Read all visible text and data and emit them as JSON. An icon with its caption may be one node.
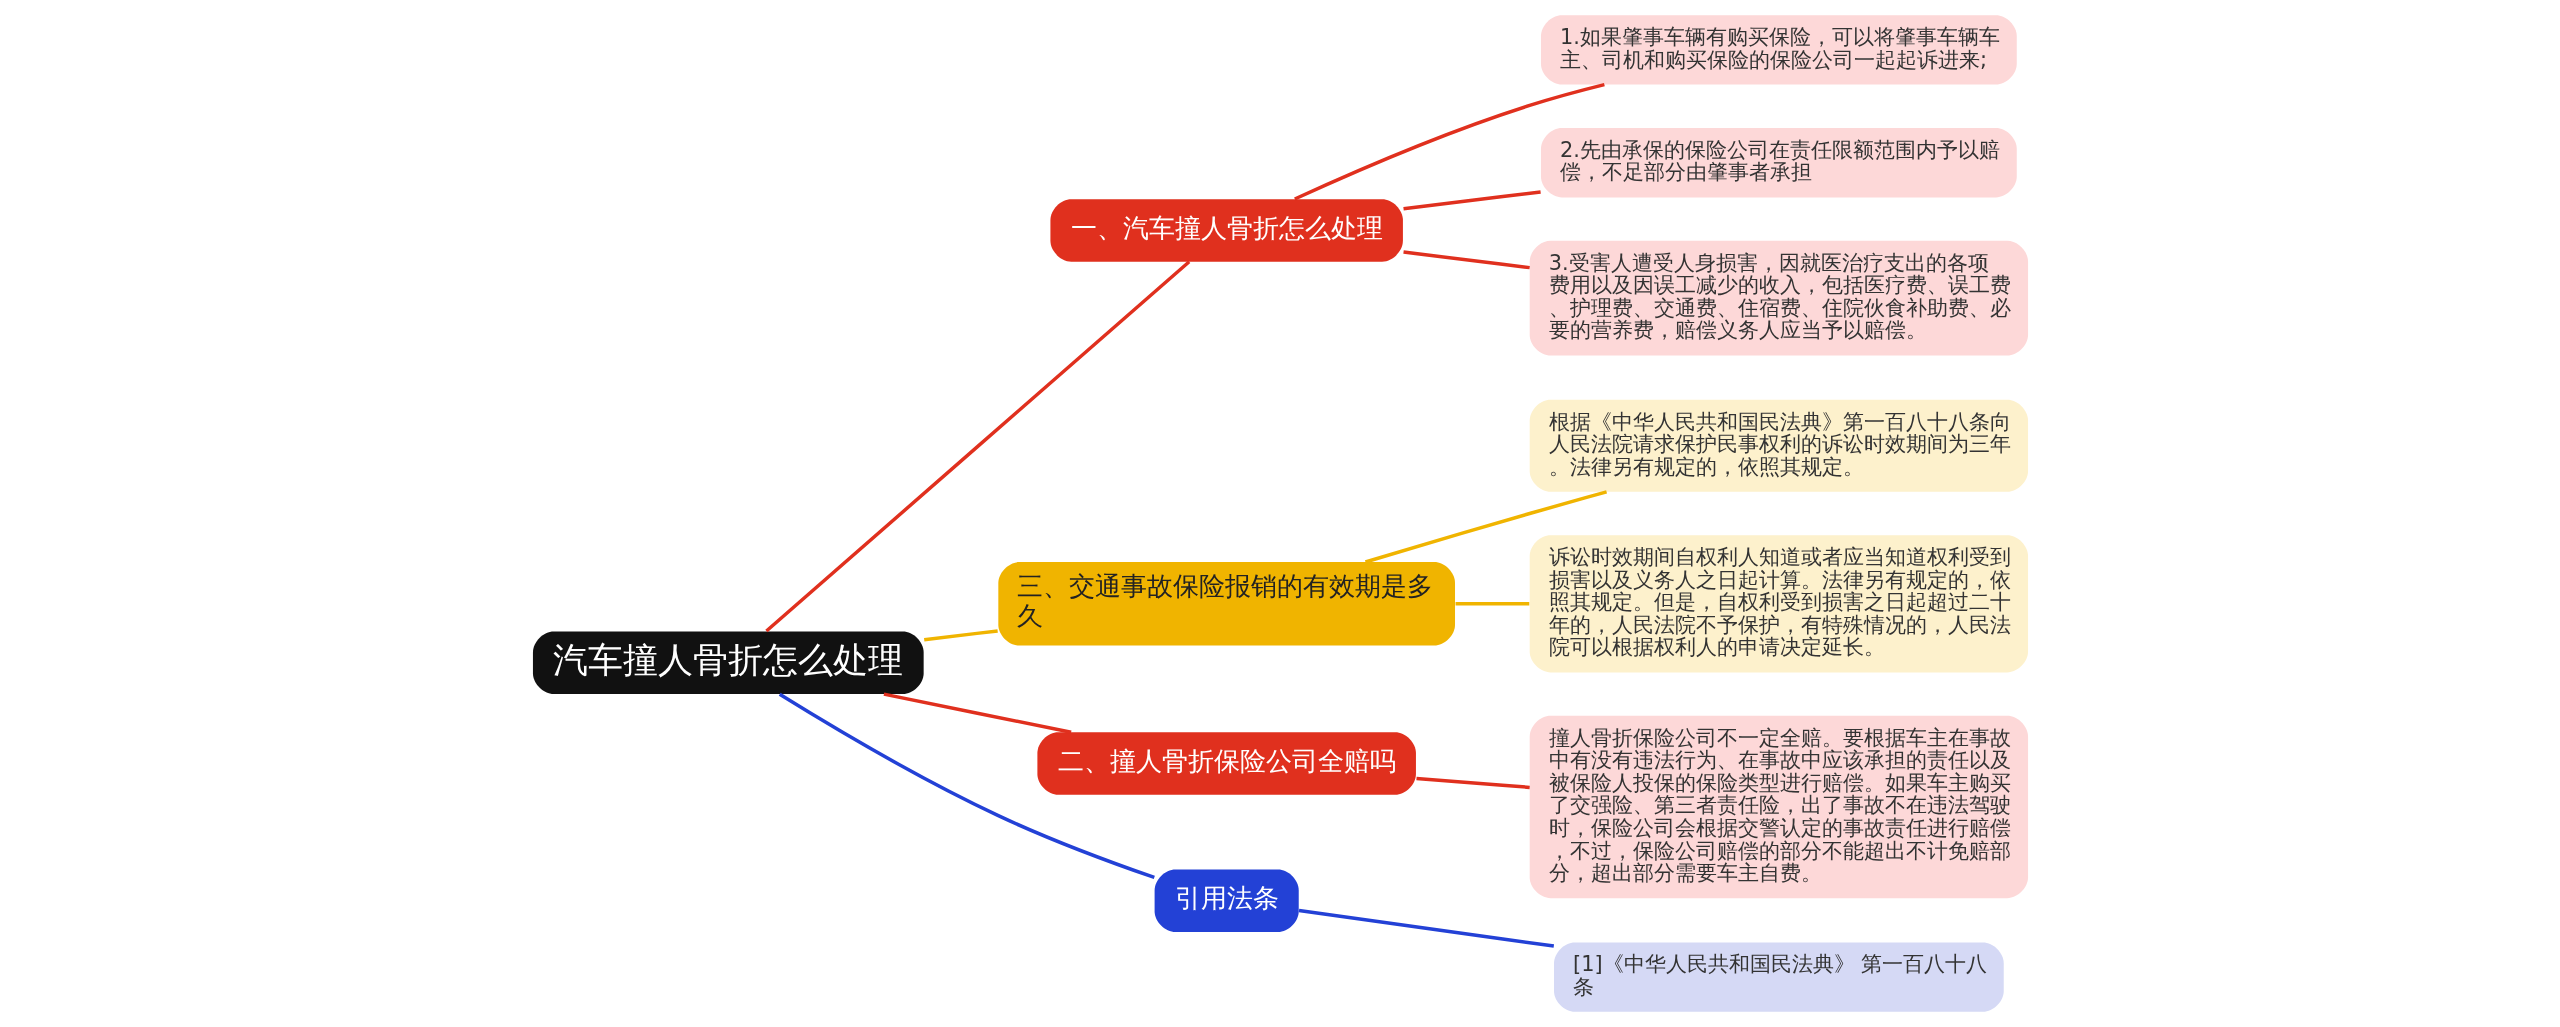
{
  "diagram": {
    "nodes": [
      {
        "text": [
          "汽车撞人骨折怎么处理"
        ]
      },
      {
        "text": [
          "一、汽车撞人骨折怎么处理"
        ]
      },
      {
        "text": [
          "1.如果肇事车辆有购买保险，可以将肇事车辆车主、司机和购买保险的保险公司一起起诉进来;"
        ]
      },
      {
        "text": [
          "2.先由承保的保险公司在责任限额范围内予以赔偿，不足部分由肇事者承担"
        ]
      },
      {
        "text": [
          "3.受害人遭受人身损害，因就医治疗支出的各项费用以及因误工减少的收入，包括医疗费、误工费、护理费、交通费、住宿费、住院伙食补助费、必要的营养费，赔偿义务人应当予以赔偿。"
        ]
      },
      {
        "text": [
          "三、交通事故保险报销的有效期是多久"
        ]
      },
      {
        "text": [
          "根据《中华人民共和国民法典》第一百八十八条向人民法院请求保护民事权利的诉讼时效期间为三年。法律另有规定的，依照其规定。"
        ]
      },
      {
        "text": [
          "诉讼时效期间自权利人知道或者应当知道权利受到损害以及义务人之日起计算。法律另有规定的，依照其规定。但是，自权利受到损害之日起超过二十年的，人民法院不予保护，有特殊情况的，人民法院可以根据权利人的申请决定延长。"
        ]
      },
      {
        "text": [
          "二、撞人骨折保险公司全赔吗"
        ]
      },
      {
        "text": [
          "撞人骨折保险公司不一定全赔。要根据车主在事故中有没有违法行为、在事故中应该承担的责任以及被保险人投保的保险类型进行赔偿。如果车主购买了交强险、第三者责任险，出了事故不在违法驾驶时，保险公司会根据交警认定的事故责任进行赔偿，不过，保险公司赔偿的部分不能超出不计免赔部分，超出部分需要车主自费。"
        ]
      },
      {
        "text": [
          "引用法条"
        ]
      },
      {
        "text": [
          "[1]《中华人民共和国民法典》 第一百八十八条"
        ]
      }
    ],
    "edges": [
      {
        "from": 0,
        "to": 1,
        "arrow": "none"
      },
      {
        "from": 1,
        "to": 2,
        "arrow": "none"
      },
      {
        "from": 1,
        "to": 3,
        "arrow": "none"
      },
      {
        "from": 1,
        "to": 4,
        "arrow": "none"
      },
      {
        "from": 0,
        "to": 5,
        "arrow": "none",
        "color": "#f0b400"
      },
      {
        "from": 5,
        "to": 6,
        "arrow": "none",
        "color": "#f0b400"
      },
      {
        "from": 5,
        "to": 7,
        "arrow": "none",
        "color": "#f0b400"
      },
      {
        "from": 0,
        "to": 8,
        "arrow": "none"
      },
      {
        "from": 8,
        "to": 9,
        "arrow": "none"
      },
      {
        "from": 0,
        "to": 10,
        "arrow": "none",
        "color": "#2341d6"
      },
      {
        "from": 10,
        "to": 11,
        "arrow": "none",
        "color": "#2341d6"
      }
    ]
  }
}
